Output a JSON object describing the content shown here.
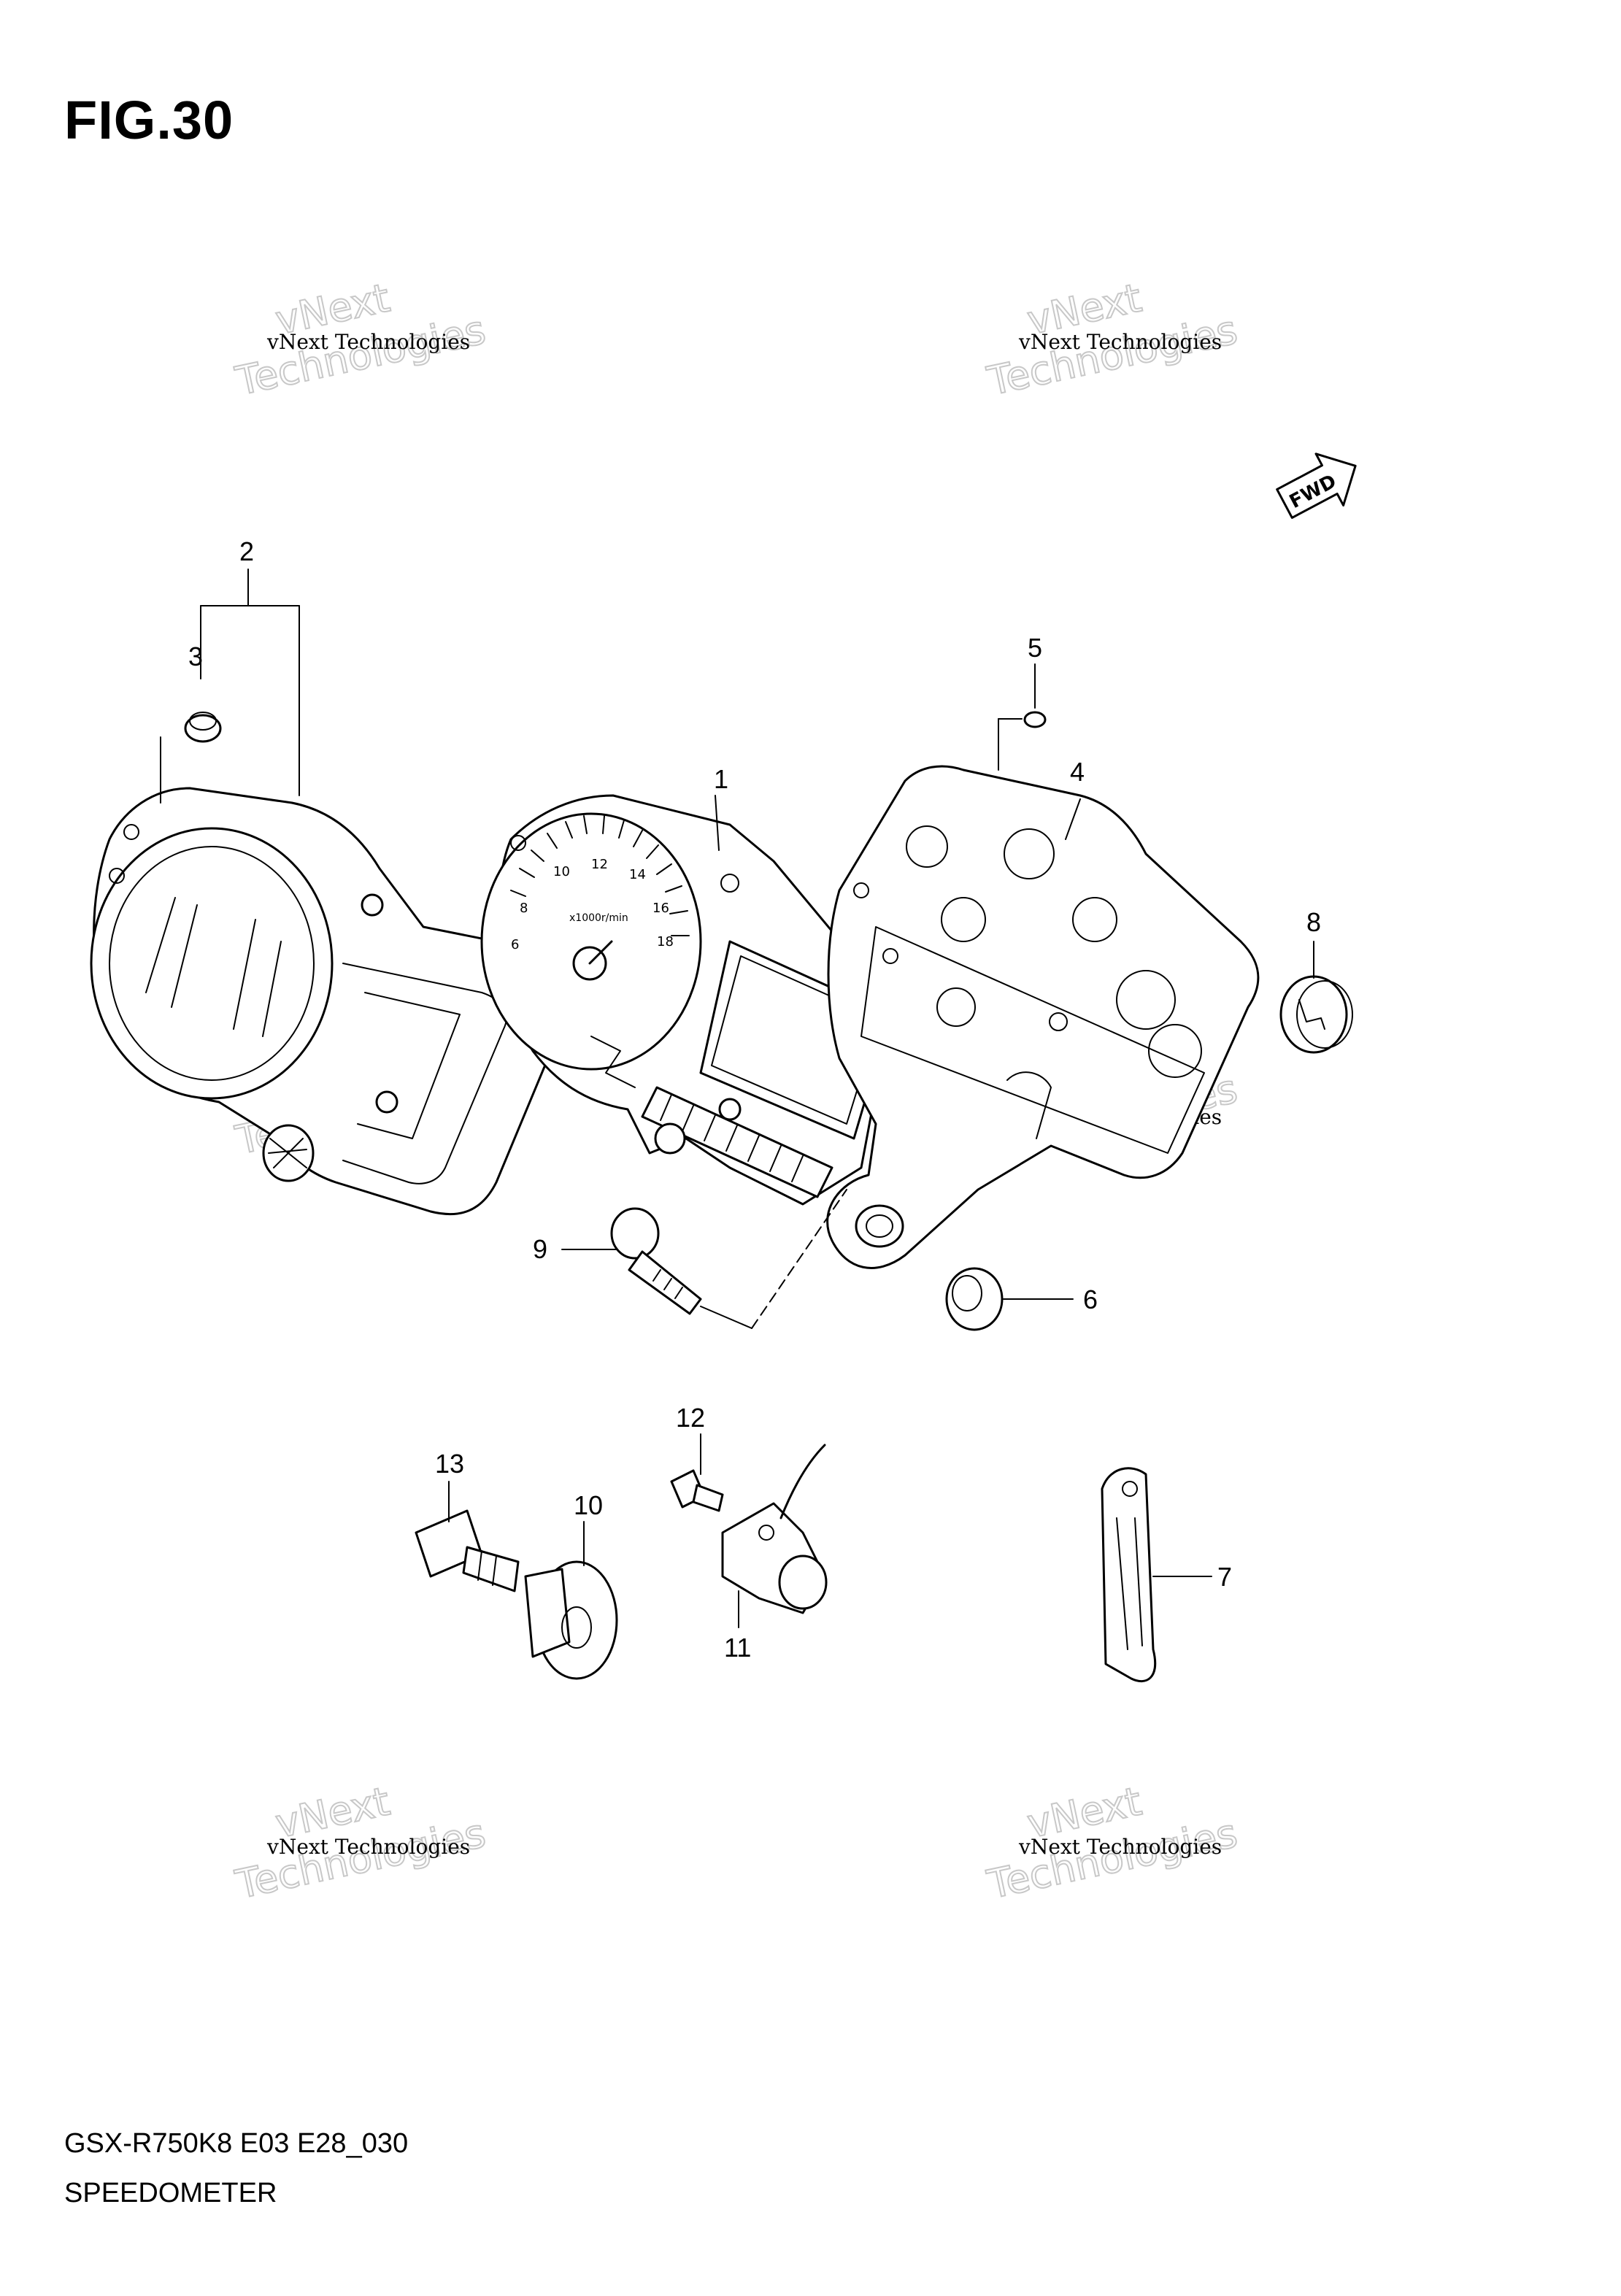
{
  "figure": {
    "title": "FIG.30",
    "footer_code": "GSX-R750K8 E03 E28_030",
    "footer_name": "SPEEDOMETER",
    "fwd_label": "FWD"
  },
  "watermark": {
    "line_small": "vNext Technologies",
    "line_big_1": "vNext",
    "line_big_2": "Technologies"
  },
  "callouts": [
    "1",
    "2",
    "3",
    "4",
    "5",
    "6",
    "7",
    "8",
    "9",
    "10",
    "11",
    "12",
    "13"
  ],
  "gauge_labels": {
    "t10": "10",
    "t12": "12",
    "t14": "14",
    "t16": "16",
    "t18": "18",
    "t6": "6",
    "t8": "8",
    "unit": "x1000r/min"
  }
}
